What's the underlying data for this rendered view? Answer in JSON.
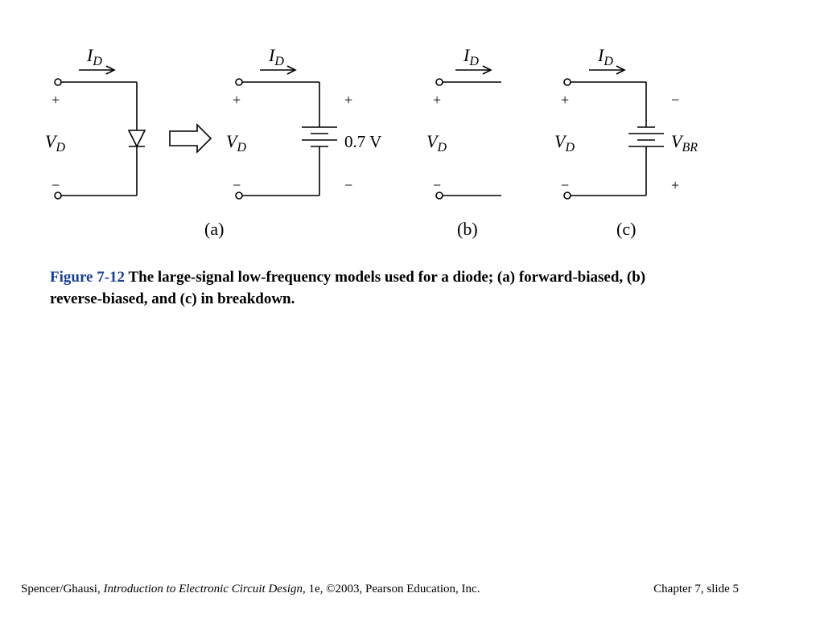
{
  "figure": {
    "current_symbol": "I",
    "current_subscript": "D",
    "voltage_symbol": "V",
    "voltage_subscript": "D",
    "plus": "+",
    "minus": "−",
    "battery_voltage": "0.7 V",
    "breakdown_symbol": "V",
    "breakdown_subscript": "BR",
    "panel_labels": [
      "(a)",
      "(b)",
      "(c)"
    ]
  },
  "caption": {
    "figure_label": "Figure 7-12",
    "text": " The large-signal low-frequency models used for a diode; (a) forward-biased, (b) reverse-biased, and (c) in breakdown."
  },
  "footer": {
    "authors": "Spencer/Ghausi, ",
    "book_title": "Introduction to Electronic Circuit Design",
    "edition": ", 1e, ©2003, Pearson Education, Inc.",
    "slide": "Chapter 7, slide 5"
  },
  "colors": {
    "figure_label": "#1c3f94",
    "line": "#000000"
  }
}
